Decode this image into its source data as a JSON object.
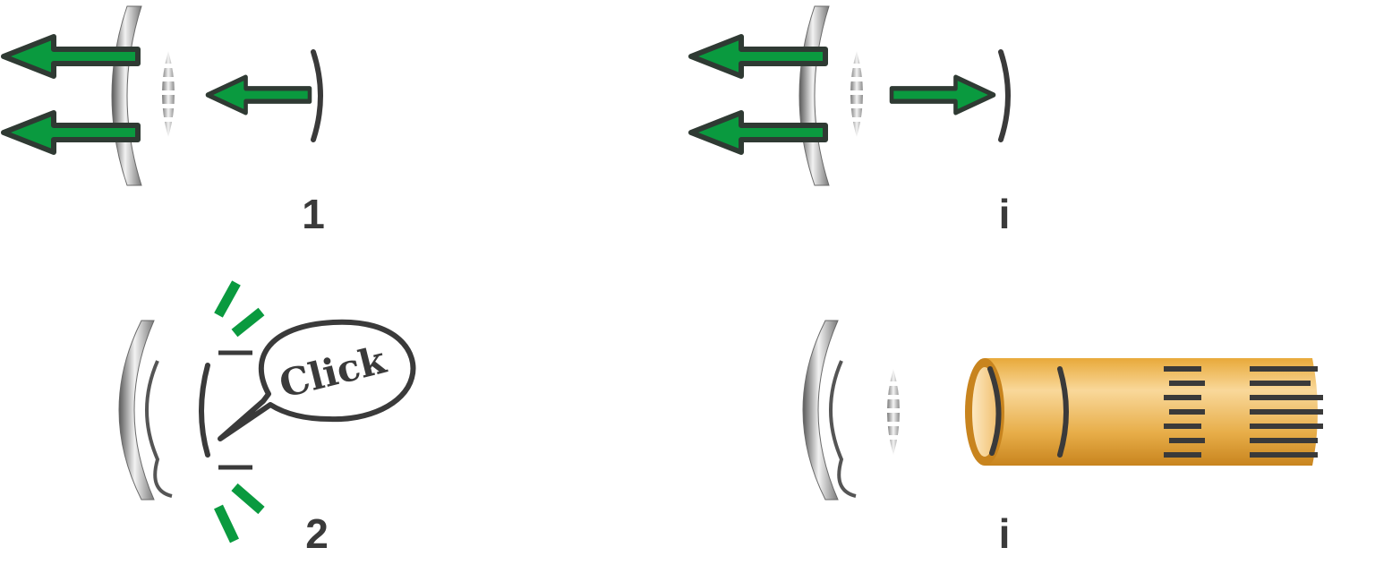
{
  "panels": [
    {
      "id": "top-left",
      "label": "1"
    },
    {
      "id": "top-right",
      "label": "i"
    },
    {
      "id": "bottom-left",
      "label": "2",
      "speech_bubble": "Click"
    },
    {
      "id": "bottom-right",
      "label": "i"
    }
  ],
  "colors": {
    "arrow_fill": "#0a9a3f",
    "arrow_stroke": "#2f3a33",
    "stroke_dark": "#3a3a3a",
    "flash_green": "#0a9a3f",
    "tube_light": "#f7d28a",
    "tube_dark": "#d8962a"
  },
  "icons": [
    "mirror-icon",
    "lens-icon",
    "arrow-icon",
    "flash-line-icon",
    "speech-bubble-icon",
    "tube-icon"
  ]
}
